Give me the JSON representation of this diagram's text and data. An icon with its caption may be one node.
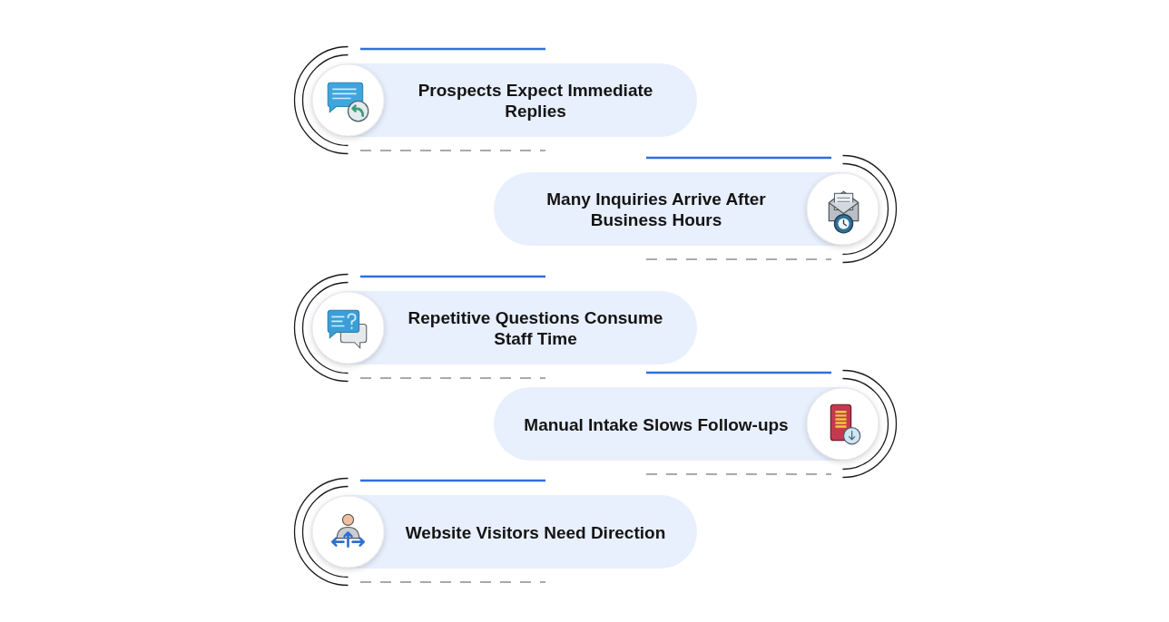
{
  "diagram": {
    "nodes": [
      {
        "text": [
          "Prospects Expect Immediate Replies"
        ]
      },
      {
        "text": [
          "Many Inquiries Arrive After Business Hours"
        ]
      },
      {
        "text": [
          "Repetitive Questions Consume Staff Time"
        ]
      },
      {
        "text": [
          "Manual Intake Slows Follow-ups"
        ]
      },
      {
        "text": [
          "Website Visitors Need Direction"
        ]
      }
    ]
  }
}
